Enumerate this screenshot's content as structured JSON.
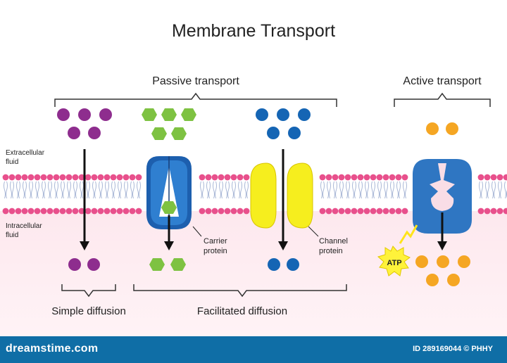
{
  "title": "Membrane Transport",
  "groups": {
    "passive": "Passive transport",
    "active": "Active transport"
  },
  "regions": {
    "extracellular": "Extracellular fluid",
    "intracellular": "Intracellular fluid"
  },
  "proteins": {
    "carrier": "Carrier protein",
    "channel": "Channel protein"
  },
  "energy": "ATP",
  "mechanisms": {
    "simple": "Simple diffusion",
    "facilitated": "Facilitated diffusion"
  },
  "colors": {
    "purple": "#8e2d8e",
    "green": "#7ec242",
    "blue": "#1565b4",
    "orange": "#f5a623",
    "protein_blue": "#2f76c2",
    "channel_yellow": "#f6ee1e",
    "head_pink": "#e8508c",
    "footer": "#0f6ea6"
  },
  "footer": {
    "brand": "dreamstime.com",
    "id": "ID 289169044 © PHHY"
  }
}
